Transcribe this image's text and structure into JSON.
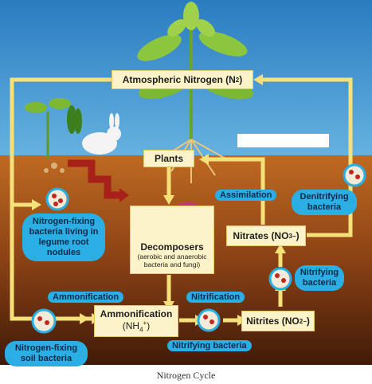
{
  "boxes": {
    "atmospheric_nitrogen": "Atmospheric Nitrogen (N",
    "atmospheric_nitrogen_sub": "2",
    "plants": "Plants",
    "decomposers_title": "Decomposers",
    "decomposers_desc": "(aerobic and anaerobic bacteria and fungi)",
    "ammonification": "Ammonification",
    "ammonium": "(NH",
    "ammonium_sub": "4",
    "ammonium_sup": "+",
    "nitrites": "Nitrites (NO",
    "nitrites_sub": "2",
    "nitrates": "Nitrates (NO",
    "nitrates_sub": "3"
  },
  "labels": {
    "assimilation": "Assimilation",
    "denitrifying": "Denitrifying bacteria",
    "nitrogen_fixing_legume": "Nitrogen-fixing bacteria living in legume root nodules",
    "ammonification_label": "Ammonification",
    "nitrification": "Nitrification",
    "nitrifying_bacteria_right": "Nitrifying bacteria",
    "nitrifying_bacteria_bottom": "Nitrifying bacteria",
    "soil_bacteria": "Nitrogen-fixing soil bacteria"
  },
  "caption": "Nitrogen Cycle",
  "colors": {
    "sky": "#2f86c8",
    "soil_top": "#b7651f",
    "soil_bottom": "#4a200b",
    "arrow": "#f6e07a",
    "label_blue": "#2aaee3",
    "box_fill": "#fdf3c8",
    "legume_arrow": "#a8201a"
  }
}
